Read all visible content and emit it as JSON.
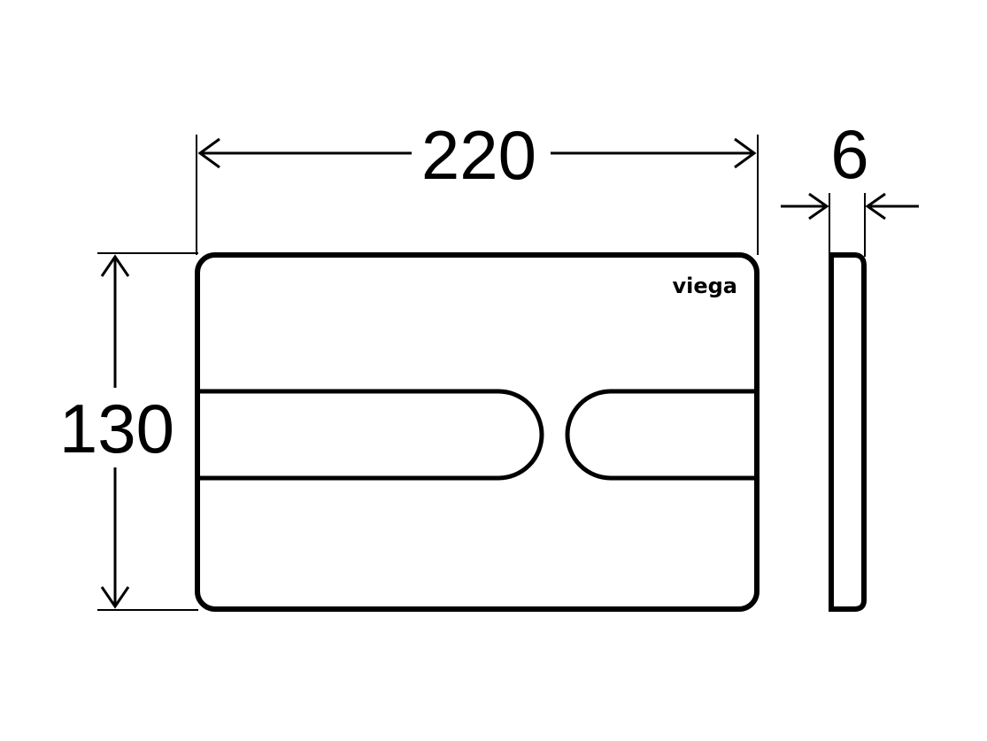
{
  "dimensions": {
    "width": "220",
    "height": "130",
    "depth": "6"
  },
  "brand": {
    "logo_text": "viega"
  },
  "colors": {
    "line": "#000000",
    "background": "#ffffff"
  }
}
